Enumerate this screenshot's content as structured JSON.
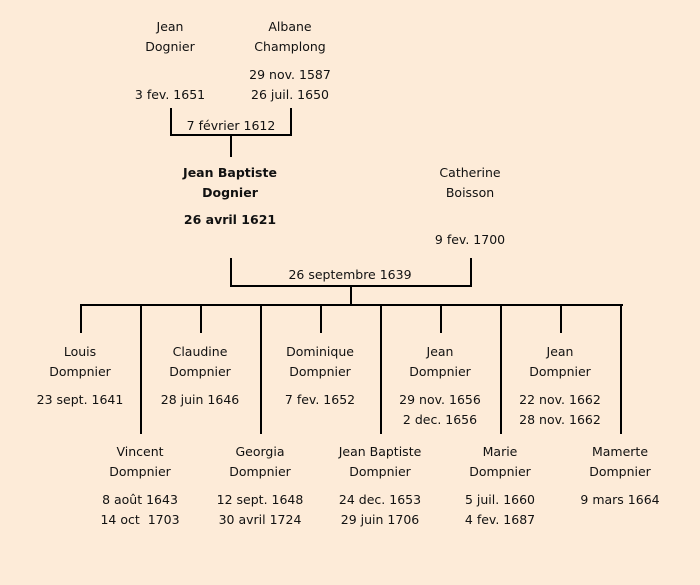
{
  "grandparents": {
    "father": {
      "first": "Jean",
      "last": "Dognier",
      "death": "3 fev. 1651"
    },
    "mother": {
      "first": "Albane",
      "last": "Champlong",
      "birth": "29 nov. 1587",
      "death": "26 juil. 1650"
    },
    "marriage": "7 février 1612"
  },
  "parents": {
    "father": {
      "first": "Jean Baptiste",
      "last": "Dognier",
      "birth": "26 avril 1621"
    },
    "mother": {
      "first": "Catherine",
      "last": "Boisson",
      "death": "9 fev. 1700"
    },
    "marriage": "26 septembre 1639"
  },
  "children": [
    {
      "first": "Louis",
      "last": "Dompnier",
      "dates": [
        "23 sept. 1641"
      ]
    },
    {
      "first": "Vincent",
      "last": "Dompnier",
      "dates": [
        "8 août 1643",
        "14 oct  1703"
      ]
    },
    {
      "first": "Claudine",
      "last": "Dompnier",
      "dates": [
        "28 juin 1646"
      ]
    },
    {
      "first": "Georgia",
      "last": "Dompnier",
      "dates": [
        "12 sept. 1648",
        "30 avril 1724"
      ]
    },
    {
      "first": "Dominique",
      "last": "Dompnier",
      "dates": [
        "7 fev. 1652"
      ]
    },
    {
      "first": "Jean Baptiste",
      "last": "Dompnier",
      "dates": [
        "24 dec. 1653",
        "29 juin 1706"
      ]
    },
    {
      "first": "Jean",
      "last": "Dompnier",
      "dates": [
        "29 nov. 1656",
        "2 dec. 1656"
      ]
    },
    {
      "first": "Marie",
      "last": "Dompnier",
      "dates": [
        "5 juil. 1660",
        "4 fev. 1687"
      ]
    },
    {
      "first": "Jean",
      "last": "Dompnier",
      "dates": [
        "22 nov. 1662",
        "28 nov. 1662"
      ]
    },
    {
      "first": "Mamerte",
      "last": "Dompnier",
      "dates": [
        "9 mars 1664"
      ]
    }
  ]
}
